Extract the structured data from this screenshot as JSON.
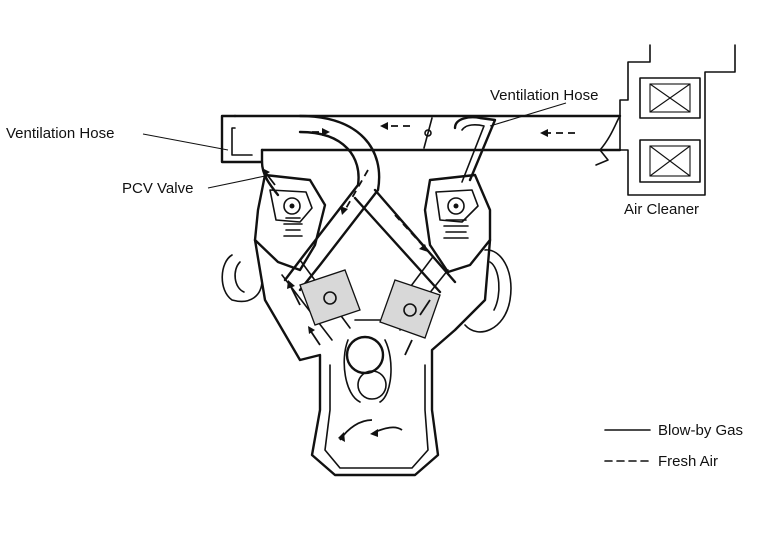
{
  "labels": {
    "ventilation_hose_left": "Ventilation Hose",
    "ventilation_hose_right": "Ventilation Hose",
    "pcv_valve": "PCV Valve",
    "air_cleaner": "Air Cleaner"
  },
  "legend": {
    "blow_by": "Blow-by Gas",
    "fresh_air": "Fresh Air"
  },
  "icons": [
    "pcv-valve-icon",
    "air-cleaner-filter-icon",
    "piston-icon",
    "crankshaft-icon",
    "flow-arrow-icon"
  ]
}
